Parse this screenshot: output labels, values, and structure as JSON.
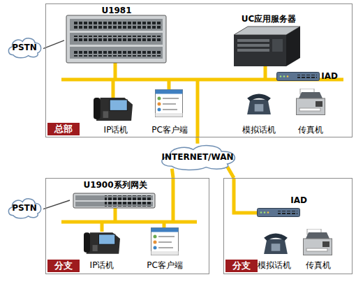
{
  "diagram": {
    "nodes": [
      {
        "text": [
          "总部"
        ]
      },
      {
        "text": [
          "PSTN"
        ]
      },
      {
        "text": [
          "U1981"
        ],
        "in": 0
      },
      {
        "text": [
          "UC应用服务器"
        ],
        "in": 0
      },
      {
        "text": [
          "IP话机"
        ],
        "in": 0
      },
      {
        "text": [
          "PC客户端"
        ],
        "in": 0
      },
      {
        "text": [
          "IAD"
        ],
        "in": 0
      },
      {
        "text": [
          "模拟话机"
        ],
        "in": 0
      },
      {
        "text": [
          "传真机"
        ],
        "in": 0
      },
      {
        "text": [
          "INTERNET/WAN"
        ]
      },
      {
        "text": [
          "分支"
        ]
      },
      {
        "text": [
          "PSTN"
        ]
      },
      {
        "text": [
          "U1900系列网关"
        ],
        "in": 10
      },
      {
        "text": [
          "IP话机"
        ],
        "in": 10
      },
      {
        "text": [
          "PC客户端"
        ],
        "in": 10
      },
      {
        "text": [
          "分支"
        ]
      },
      {
        "text": [
          "IAD"
        ],
        "in": 15
      },
      {
        "text": [
          "模拟话机"
        ],
        "in": 15
      },
      {
        "text": [
          "传真机"
        ],
        "in": 15
      }
    ],
    "edges": [
      {
        "from": 1,
        "to": 2,
        "arrow": "none"
      },
      {
        "from": 9,
        "to": 0,
        "arrow": "none"
      },
      {
        "from": 9,
        "to": 10,
        "arrow": "none"
      },
      {
        "from": 9,
        "to": 15,
        "arrow": "none"
      },
      {
        "from": 11,
        "to": 12,
        "arrow": "none"
      }
    ]
  }
}
